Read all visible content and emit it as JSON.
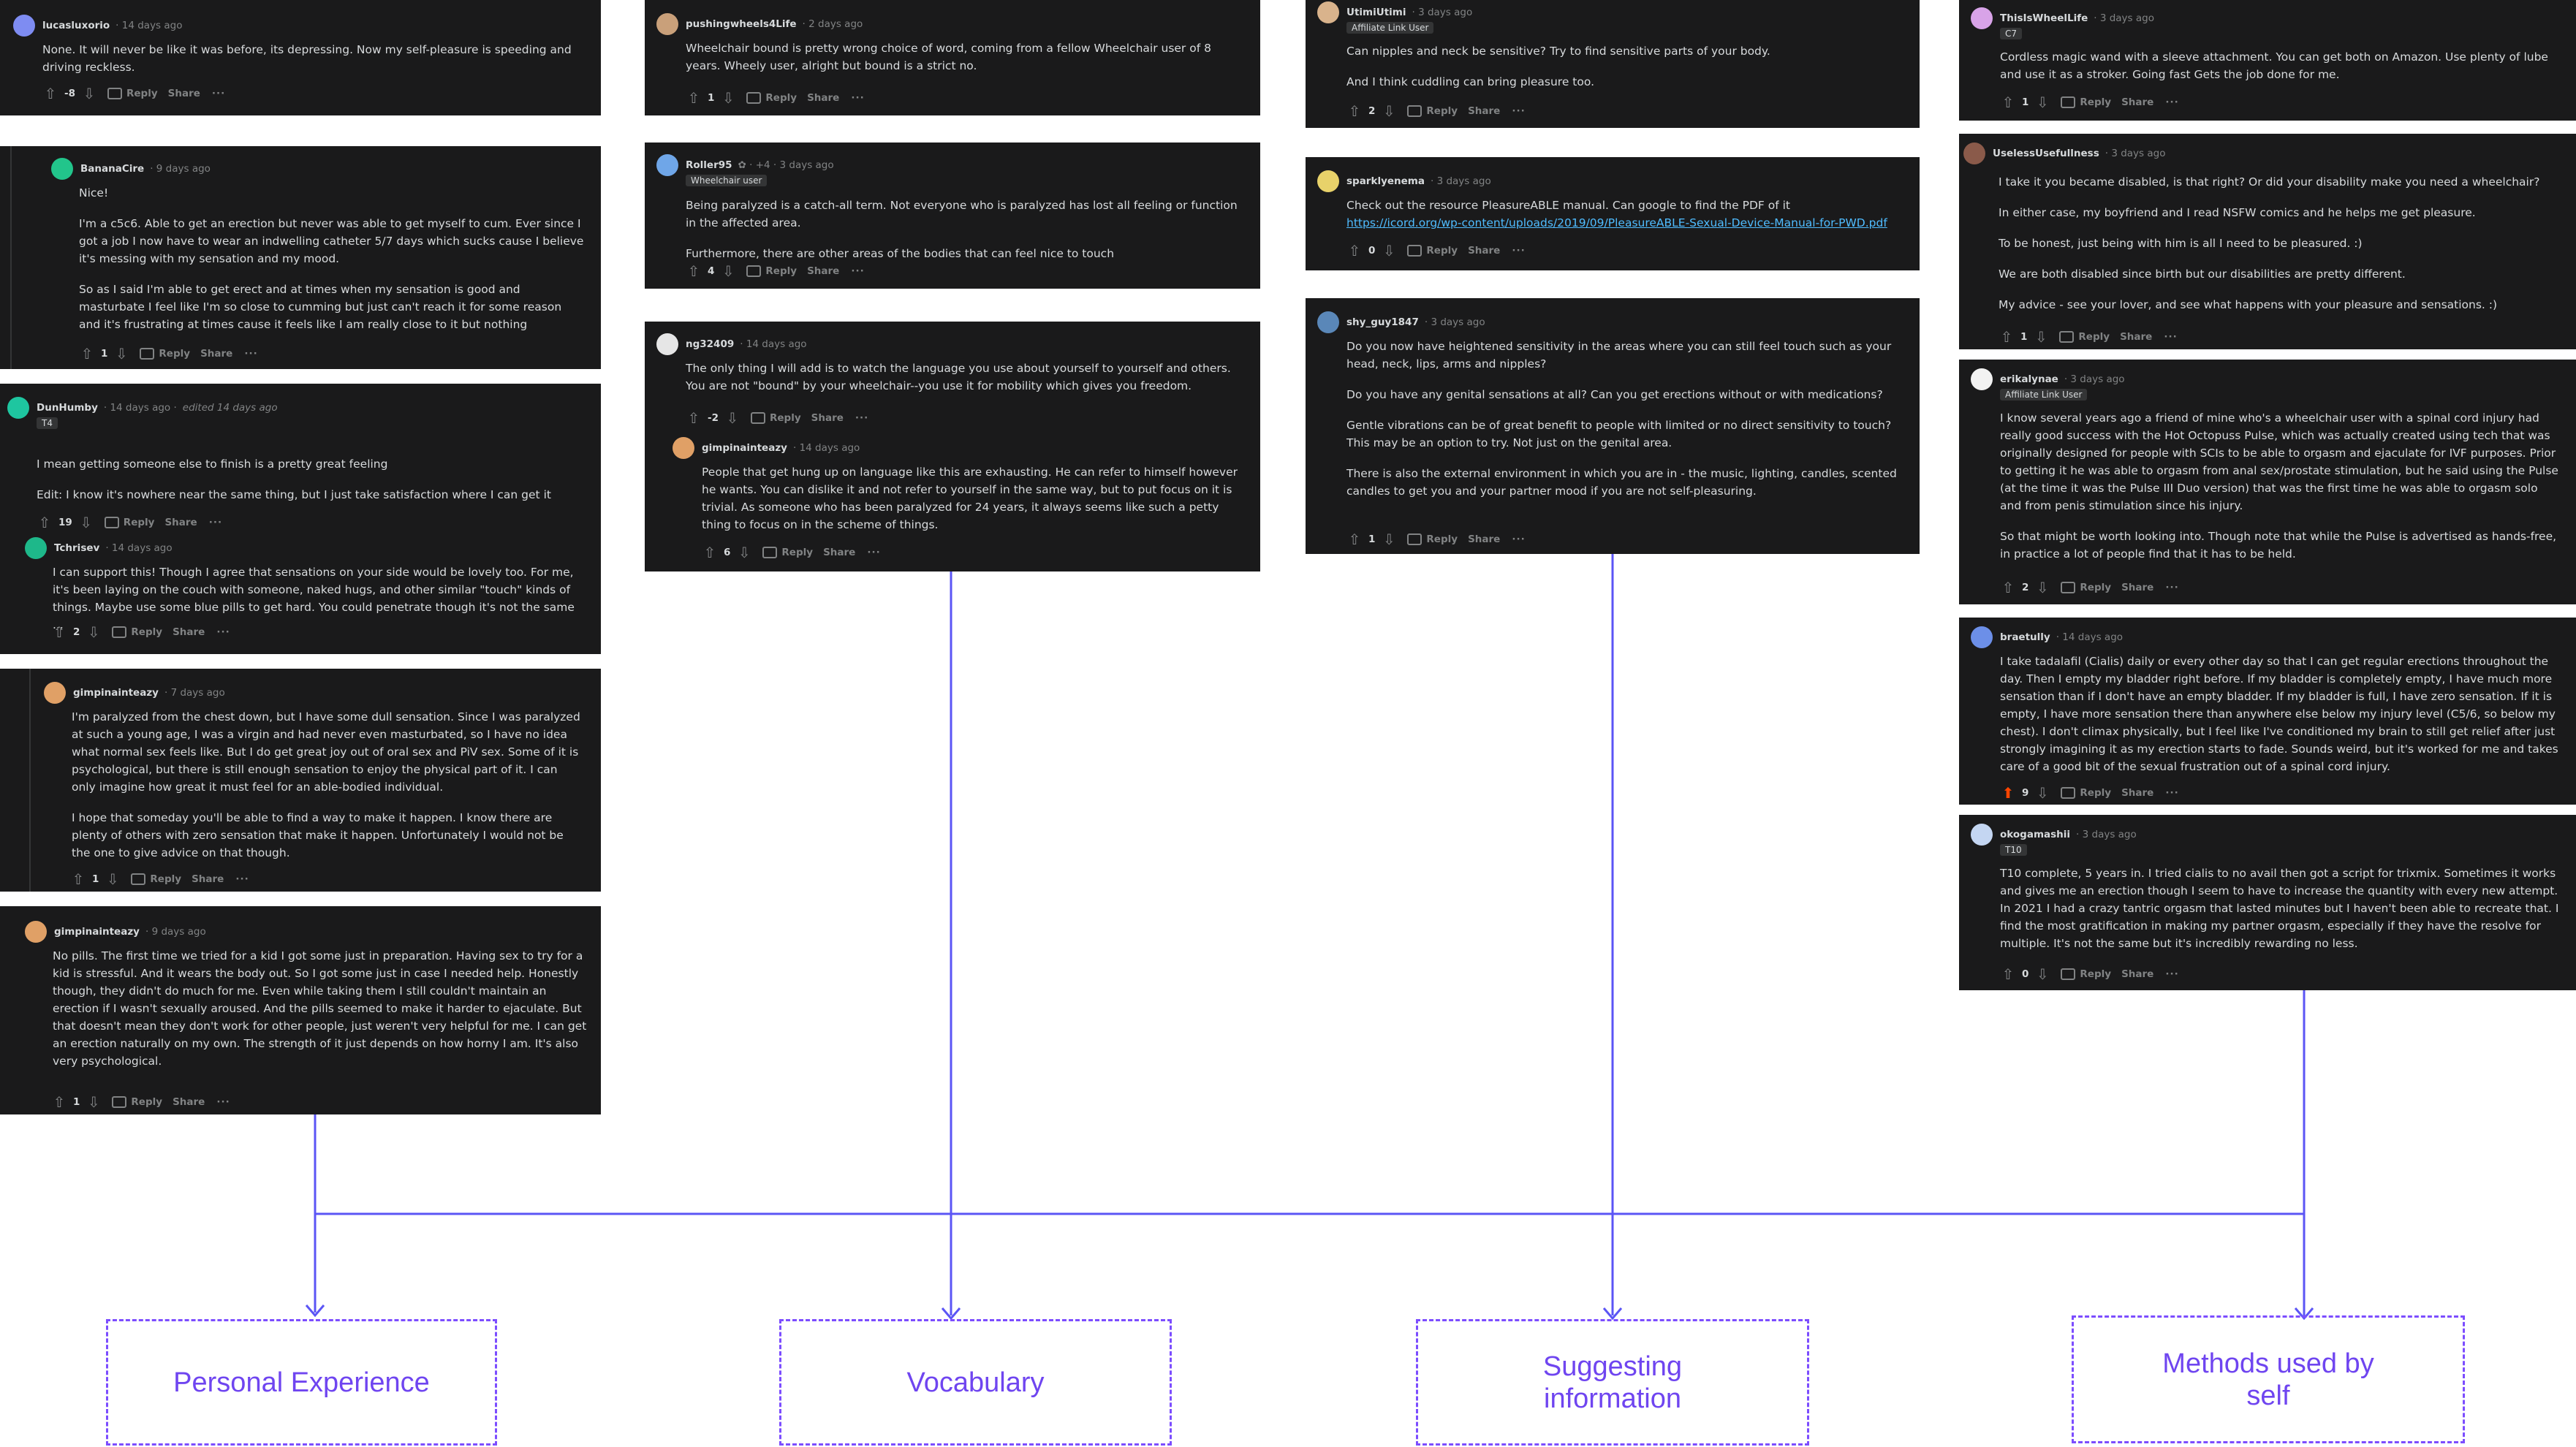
{
  "actions": {
    "reply": "Reply",
    "share": "Share",
    "more": "···"
  },
  "themes": [
    "Personal Experience",
    "Vocabulary",
    "Suggesting\ninformation",
    "Methods used by\nself"
  ],
  "colors": {
    "line": "#5b55f5",
    "theme_text": "#6f45f0",
    "card_bg": "#1a1a1b"
  },
  "comments": {
    "c1": {
      "user": "lucasluxorio",
      "meta": "· 14 days ago",
      "score": "-8",
      "body": [
        "None. It will never be like it was before, its depressing. Now my self-pleasure is speeding and driving reckless."
      ]
    },
    "c2": {
      "user": "BananaCire",
      "meta": "· 9 days ago",
      "score": "1",
      "body": [
        "Nice!",
        "I'm a c5c6. Able to get an erection but never was able to get myself to cum. Ever since I got a job I now have to wear an indwelling catheter 5/7 days which sucks cause I believe it's messing with my sensation and my mood.",
        "So as I said I'm able to get erect and at times when my sensation is good and masturbate I feel like I'm so close to cumming but just can't reach it for some reason and it's frustrating at times cause it feels like I am really close to it but nothing"
      ]
    },
    "c3": {
      "user": "DunHumby",
      "meta": "· 14 days ago ·",
      "edited": "edited 14 days ago",
      "flair": "T4",
      "score": "19",
      "body": [
        "I mean getting someone else to finish is a pretty great feeling",
        "Edit: I know it's nowhere near the same thing, but I just take satisfaction where I can get it"
      ]
    },
    "c4": {
      "user": "Tchrisev",
      "meta": "· 14 days ago",
      "score": "2",
      "body": [
        "I can support this! Though I agree that sensations on your side would be lovely too. For me, it's been laying on the couch with someone, naked hugs, and other similar \"touch\" kinds of things. Maybe use some blue pills to get hard. You could penetrate though it's not the same ..."
      ]
    },
    "c5": {
      "user": "gimpinainteazy",
      "meta": "· 7 days ago",
      "score": "1",
      "body": [
        "I'm paralyzed from the chest down, but I have some dull sensation. Since I was paralyzed at such a young age, I was a virgin and had never even masturbated, so I have no idea what normal sex feels like. But I do get great joy out of oral sex and PiV sex. Some of it is psychological, but there is still enough sensation to enjoy the physical part of it. I can only imagine how great it must feel for an able-bodied individual.",
        "I hope that someday you'll be able to find a way to make it happen. I know there are plenty of others with zero sensation that make it happen. Unfortunately I would not be the one to give advice on that though."
      ]
    },
    "c6": {
      "user": "gimpinainteazy",
      "meta": "· 9 days ago",
      "score": "1",
      "body": [
        "No pills. The first time we tried for a kid I got some just in preparation. Having sex to try for a kid is stressful. And it wears the body out. So I got some just in case I needed help. Honestly though, they didn't do much for me. Even while taking them I still couldn't maintain an erection if I wasn't sexually aroused. And the pills seemed to make it harder to ejaculate. But that doesn't mean they don't work for other people, just weren't very helpful for me. I can get an erection naturally on my own. The strength of it just depends on how horny I am. It's also very psychological."
      ]
    },
    "c7": {
      "user": "pushingwheels4Life",
      "meta": "· 2 days ago",
      "score": "1",
      "body": [
        "Wheelchair bound is pretty wrong choice of word, coming from a fellow Wheelchair user of 8 years. Wheely user, alright but bound is a strict no."
      ]
    },
    "c8": {
      "user": "Roller95",
      "meta": "✿ · +4 · 3 days ago",
      "flair": "Wheelchair user",
      "score": "4",
      "body": [
        "Being paralyzed is a catch-all term. Not everyone who is paralyzed has lost all feeling or function in the affected area.",
        "Furthermore, there are other areas of the bodies that can feel nice to touch"
      ]
    },
    "c9": {
      "user": "ng32409",
      "meta": "· 14 days ago",
      "score": "-2",
      "body": [
        "The only thing I will add is to watch the language you use about yourself to yourself and others. You are not \"bound\" by your wheelchair--you use it for mobility which gives you freedom."
      ]
    },
    "c10": {
      "user": "gimpinainteazy",
      "meta": "· 14 days ago",
      "score": "6",
      "body": [
        "People that get hung up on language like this are exhausting. He can refer to himself however he wants. You can dislike it and not refer to yourself in the same way, but to put focus on it is trivial. As someone who has been paralyzed for 24 years, it always seems like such a petty thing to focus on in the scheme of things."
      ]
    },
    "c11": {
      "user": "UtimiUtimi",
      "meta": "· 3 days ago",
      "flair": "Affiliate Link User",
      "score": "2",
      "body": [
        "Can nipples and neck be sensitive? Try to find sensitive parts of your body.",
        "And I think cuddling can bring pleasure too."
      ]
    },
    "c12": {
      "user": "sparklyenema",
      "meta": "· 3 days ago",
      "score": "0",
      "body": [
        "Check out the resource PleasureABLE manual. Can google to find the PDF of it"
      ],
      "link": "https://icord.org/wp-content/uploads/2019/09/PleasureABLE-Sexual-Device-Manual-for-PWD.pdf"
    },
    "c13": {
      "user": "shy_guy1847",
      "meta": "· 3 days ago",
      "score": "1",
      "body": [
        "Do you now have heightened sensitivity in the areas where you can still feel touch such as your head, neck, lips, arms and nipples?",
        "Do you have any genital sensations at all? Can you get erections without or with medications?",
        "Gentle vibrations can be of great benefit to people with limited or no direct sensitivity to touch? This may be an option to try. Not just on the genital area.",
        "There is also the external environment in which you are in - the music, lighting, candles, scented candles to get you and your partner mood if you are not self-pleasuring."
      ]
    },
    "c14": {
      "user": "ThisIsWheelLife",
      "meta": "· 3 days ago",
      "flair": "C7",
      "score": "1",
      "body": [
        "Cordless magic wand with a sleeve attachment. You can get both on Amazon. Use plenty of lube and use it as a stroker. Going fast Gets the job done for me."
      ]
    },
    "c15": {
      "user": "UselessUsefullness",
      "meta": "· 3 days ago",
      "score": "1",
      "body": [
        "I take it you became disabled, is that right? Or did your disability make you need a wheelchair?",
        "In either case, my boyfriend and I read NSFW comics and he helps me get pleasure.",
        "To be honest, just being with him is all I need to be pleasured. :)",
        "We are both disabled since birth but our disabilities are pretty different.",
        "My advice - see your lover, and see what happens with your pleasure and sensations. :)"
      ]
    },
    "c16": {
      "user": "erikalynae",
      "meta": "· 3 days ago",
      "flair": "Affiliate Link User",
      "score": "2",
      "body": [
        "I know several years ago a friend of mine who's a wheelchair user with a spinal cord injury had really good success with the Hot Octopuss Pulse, which was actually created using tech that was originally designed for people with SCIs to be able to orgasm and ejaculate for IVF purposes. Prior to getting it he was able to orgasm from anal sex/prostate stimulation, but he said using the Pulse (at the time it was the Pulse III Duo version) that was the first time he was able to orgasm solo and from penis stimulation since his injury.",
        "So that might be worth looking into. Though note that while the Pulse is advertised as hands-free, in practice a lot of people find that it has to be held."
      ]
    },
    "c17": {
      "user": "braetully",
      "meta": "· 14 days ago",
      "score": "9",
      "body": [
        "I take tadalafil (Cialis) daily or every other day so that I can get regular erections throughout the day. Then I empty my bladder right before. If my bladder is completely empty, I have much more sensation than if I don't have an empty bladder. If my bladder is full, I have zero sensation. If it is empty, I have more sensation there than anywhere else below my injury level (C5/6, so below my chest). I don't climax physically, but I feel like I've conditioned my brain to still get relief after just strongly imagining it as my erection starts to fade. Sounds weird, but it's worked for me and takes care of a good bit of the sexual frustration out of a spinal cord injury."
      ]
    },
    "c18": {
      "user": "okogamashii",
      "meta": "· 3 days ago",
      "flair": "T10",
      "score": "0",
      "body": [
        "T10 complete, 5 years in. I tried cialis to no avail then got a script for trixmix. Sometimes it works and gives me an erection though I seem to have to increase the quantity with every new attempt. In 2021 I had a crazy tantric orgasm that lasted minutes but I haven't been able to recreate that. I find the most gratification in making my partner orgasm, especially if they have the resolve for multiple. It's not the same but it's incredibly rewarding no less."
      ]
    }
  }
}
